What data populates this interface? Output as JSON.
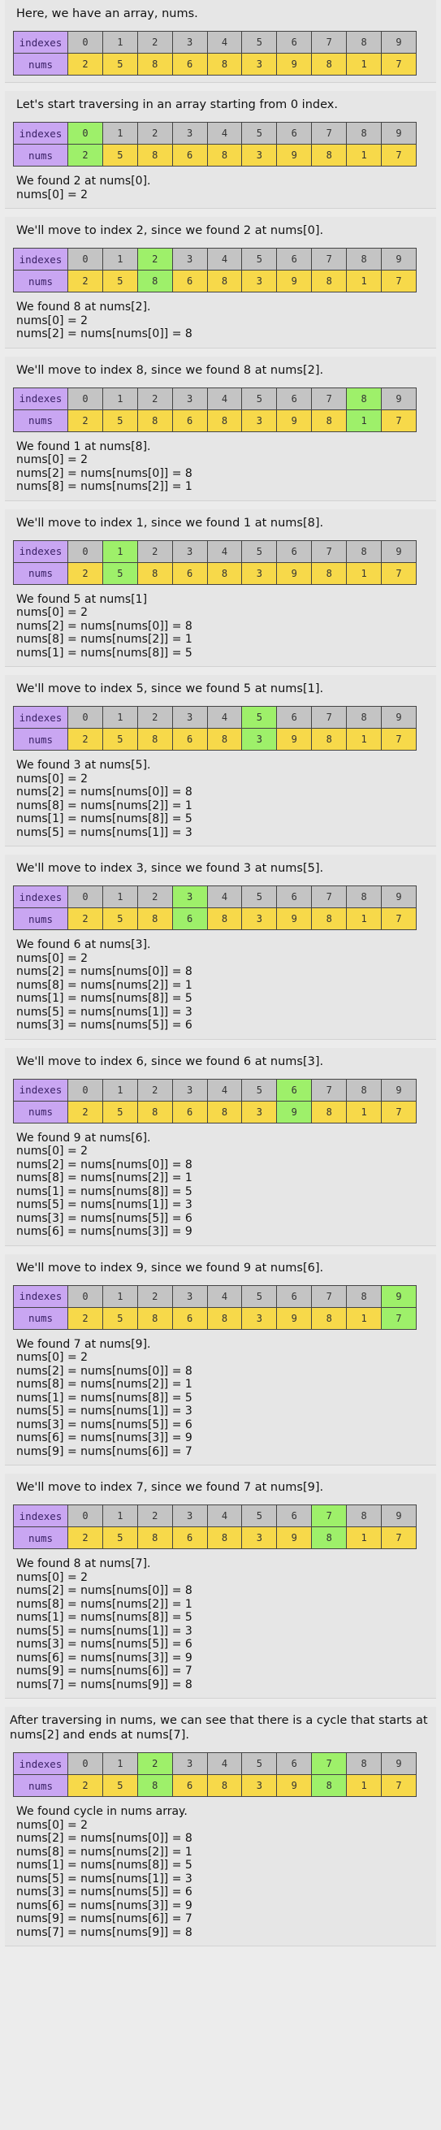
{
  "row_labels": {
    "indexes": "indexes",
    "nums": "nums"
  },
  "colors": {
    "label_bg": "#c9a6f2",
    "index_bg": "#c4c4c4",
    "value_bg": "#f7d94a",
    "highlight": "#9ef06a"
  },
  "indexes": [
    "0",
    "1",
    "2",
    "3",
    "4",
    "5",
    "6",
    "7",
    "8",
    "9"
  ],
  "nums": [
    "2",
    "5",
    "8",
    "6",
    "8",
    "3",
    "9",
    "8",
    "1",
    "7"
  ],
  "steps": [
    {
      "caption": "Here, we have an array, nums.",
      "highlight": [],
      "notes": []
    },
    {
      "caption": "Let's start traversing in an array starting from 0 index.",
      "highlight": [
        0
      ],
      "notes": [
        "We found 2 at nums[0].",
        "nums[0] = 2"
      ]
    },
    {
      "caption": "We'll move to index 2, since we found 2 at nums[0].",
      "highlight": [
        2
      ],
      "notes": [
        "We found 8 at nums[2].",
        "nums[0] = 2",
        "nums[2] = nums[nums[0]] = 8"
      ]
    },
    {
      "caption": "We'll move to index 8, since we found 8 at nums[2].",
      "highlight": [
        8
      ],
      "notes": [
        "We found 1 at nums[8].",
        "nums[0] = 2",
        "nums[2] = nums[nums[0]] = 8",
        "nums[8] = nums[nums[2]] = 1"
      ]
    },
    {
      "caption": "We'll move to index 1, since we found 1 at nums[8].",
      "highlight": [
        1
      ],
      "notes": [
        "We found 5 at nums[1]",
        "nums[0] = 2",
        "nums[2] = nums[nums[0]] = 8",
        "nums[8] = nums[nums[2]] = 1",
        "nums[1] = nums[nums[8]] = 5"
      ]
    },
    {
      "caption": "We'll move to index 5, since we found 5 at nums[1].",
      "highlight": [
        5
      ],
      "notes": [
        "We found 3 at nums[5].",
        "nums[0] = 2",
        "nums[2] = nums[nums[0]] = 8",
        "nums[8] = nums[nums[2]] = 1",
        "nums[1] = nums[nums[8]] = 5",
        "nums[5] = nums[nums[1]] = 3"
      ]
    },
    {
      "caption": "We'll move to index 3, since we found 3 at nums[5].",
      "highlight": [
        3
      ],
      "notes": [
        "We found 6 at nums[3].",
        "nums[0] = 2",
        "nums[2] = nums[nums[0]] = 8",
        "nums[8] = nums[nums[2]] = 1",
        "nums[1] = nums[nums[8]] = 5",
        "nums[5] = nums[nums[1]] = 3",
        "nums[3] = nums[nums[5]] = 6"
      ]
    },
    {
      "caption": "We'll move to index 6, since we found 6 at nums[3].",
      "highlight": [
        6
      ],
      "notes": [
        "We found 9 at nums[6].",
        "nums[0] = 2",
        "nums[2] = nums[nums[0]] = 8",
        "nums[8] = nums[nums[2]] = 1",
        "nums[1] = nums[nums[8]] = 5",
        "nums[5] = nums[nums[1]] = 3",
        "nums[3] = nums[nums[5]] = 6",
        "nums[6] = nums[nums[3]] = 9"
      ]
    },
    {
      "caption": "We'll move to index 9, since we found 9 at nums[6].",
      "highlight": [
        9
      ],
      "notes": [
        "We found 7 at nums[9].",
        "nums[0] = 2",
        "nums[2] = nums[nums[0]] = 8",
        "nums[8] = nums[nums[2]] = 1",
        "nums[1] = nums[nums[8]] = 5",
        "nums[5] = nums[nums[1]] = 3",
        "nums[3] = nums[nums[5]] = 6",
        "nums[6] = nums[nums[3]] = 9",
        "nums[9] = nums[nums[6]] = 7"
      ]
    },
    {
      "caption": "We'll move to index 7, since we found 7 at nums[9].",
      "highlight": [
        7
      ],
      "notes": [
        "We found 8 at nums[7].",
        "nums[0] = 2",
        "nums[2] = nums[nums[0]] = 8",
        "nums[8] = nums[nums[2]] = 1",
        "nums[1] = nums[nums[8]] = 5",
        "nums[5] = nums[nums[1]] = 3",
        "nums[3] = nums[nums[5]] = 6",
        "nums[6] = nums[nums[3]] = 9",
        "nums[9] = nums[nums[6]] = 7",
        "nums[7] = nums[nums[9]] = 8"
      ]
    },
    {
      "caption": "After traversing in nums, we can see that there is a cycle that starts at nums[2] and ends at nums[7].",
      "highlight": [
        2,
        7
      ],
      "notes": [
        "We found cycle in nums array.",
        "nums[0] = 2",
        "nums[2] = nums[nums[0]] = 8",
        "nums[8] = nums[nums[2]] = 1",
        "nums[1] = nums[nums[8]] = 5",
        "nums[5] = nums[nums[1]] = 3",
        "nums[3] = nums[nums[5]] = 6",
        "nums[6] = nums[nums[3]] = 9",
        "nums[9] = nums[nums[6]] = 7",
        "nums[7] = nums[nums[9]] = 8"
      ]
    }
  ]
}
